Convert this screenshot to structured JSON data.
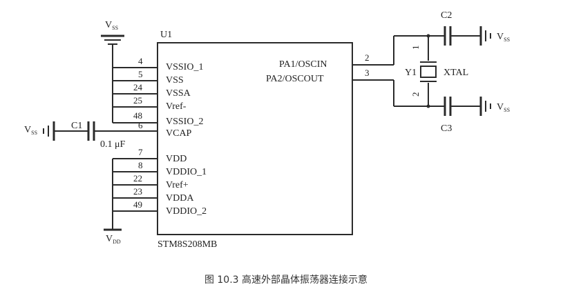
{
  "caption": "图 10.3   高速外部晶体振荡器连接示意",
  "chip": {
    "ref": "U1",
    "part": "STM8S208MB",
    "left_pins": [
      {
        "num": "4",
        "name": "VSSIO_1"
      },
      {
        "num": "5",
        "name": "VSS"
      },
      {
        "num": "24",
        "name": "VSSA"
      },
      {
        "num": "25",
        "name": "Vref-"
      },
      {
        "num": "48",
        "name": "VSSIO_2"
      },
      {
        "num": "6",
        "name": "VCAP"
      },
      {
        "num": "7",
        "name": "VDD"
      },
      {
        "num": "8",
        "name": "VDDIO_1"
      },
      {
        "num": "22",
        "name": "Vref+"
      },
      {
        "num": "23",
        "name": "VDDA"
      },
      {
        "num": "49",
        "name": "VDDIO_2"
      }
    ],
    "right_pins": [
      {
        "num": "2",
        "name": "PA1/OSCIN"
      },
      {
        "num": "3",
        "name": "PA2/OSCOUT"
      }
    ]
  },
  "power": {
    "vss_main": "V",
    "vss_sub": "SS",
    "vdd_main": "V",
    "vdd_sub": "DD"
  },
  "components": {
    "c1": {
      "ref": "C1",
      "value": "0.1 μF"
    },
    "c2": {
      "ref": "C2"
    },
    "c3": {
      "ref": "C3"
    },
    "y1": {
      "ref": "Y1",
      "type": "XTAL",
      "pin1": "1",
      "pin2": "2"
    }
  },
  "colors": {
    "line": "#2a2a2a",
    "background": "#ffffff"
  }
}
